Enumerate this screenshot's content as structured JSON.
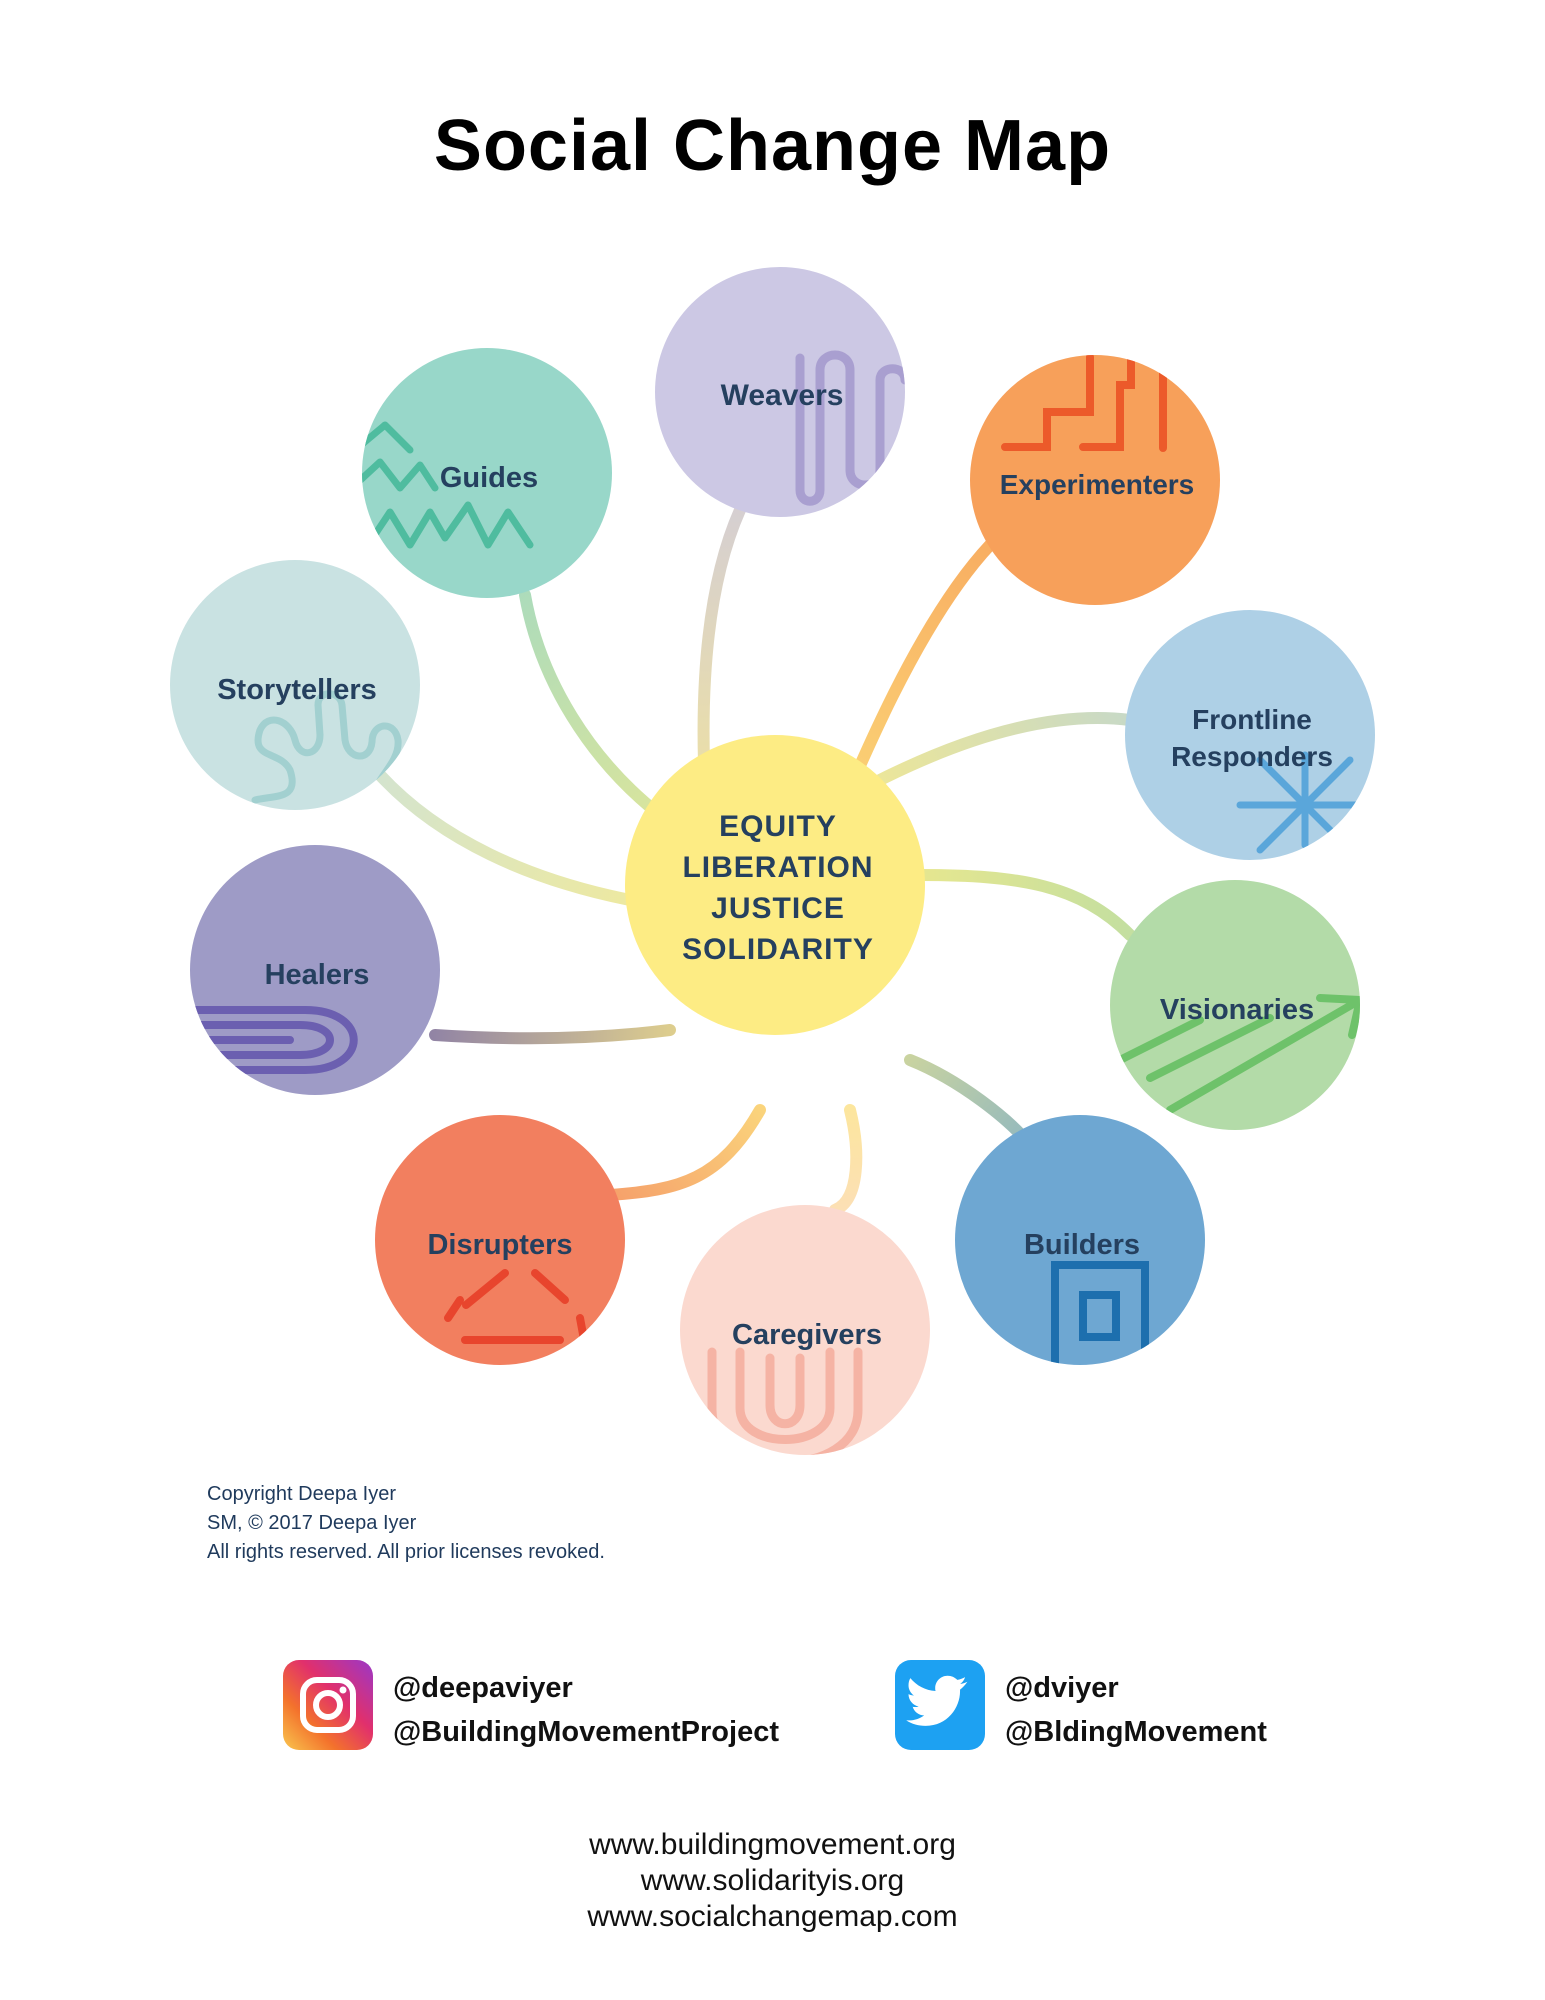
{
  "title": "Social Change Map",
  "center": {
    "lines": [
      "EQUITY",
      "LIBERATION",
      "JUSTICE",
      "SOLIDARITY"
    ],
    "color": "#fdec84"
  },
  "roles": [
    {
      "name": "Weavers",
      "color": "#ccc8e4",
      "motif": "#a99fd0"
    },
    {
      "name": "Experimenters",
      "color": "#f7a05a",
      "motif": "#ec5a2a"
    },
    {
      "name": "Frontline Responders",
      "color": "#aed0e6",
      "motif": "#5aa6da"
    },
    {
      "name": "Visionaries",
      "color": "#b3dba8",
      "motif": "#6ec26a"
    },
    {
      "name": "Builders",
      "color": "#6ea7d2",
      "motif": "#1d6fae"
    },
    {
      "name": "Caregivers",
      "color": "#fbd9cf",
      "motif": "#f5b3a4"
    },
    {
      "name": "Disrupters",
      "color": "#f27f5f",
      "motif": "#e8452d"
    },
    {
      "name": "Healers",
      "color": "#9e9bc6",
      "motif": "#6b5fb0"
    },
    {
      "name": "Storytellers",
      "color": "#c9e2e2",
      "motif": "#a2d0d0"
    },
    {
      "name": "Guides",
      "color": "#98d7c9",
      "motif": "#4fbc9f"
    }
  ],
  "copyright": [
    "Copyright Deepa Iyer",
    "SM, © 2017 Deepa Iyer",
    "All rights reserved. All prior licenses revoked."
  ],
  "social": {
    "instagram": {
      "icon": "instagram-icon",
      "handles": [
        "@deepaviyer",
        "@BuildingMovementProject"
      ]
    },
    "twitter": {
      "icon": "twitter-icon",
      "handles": [
        "@dviyer",
        "@BldingMovement"
      ]
    }
  },
  "websites": [
    "www.buildingmovement.org",
    "www.solidarityis.org",
    "www.socialchangemap.com"
  ]
}
